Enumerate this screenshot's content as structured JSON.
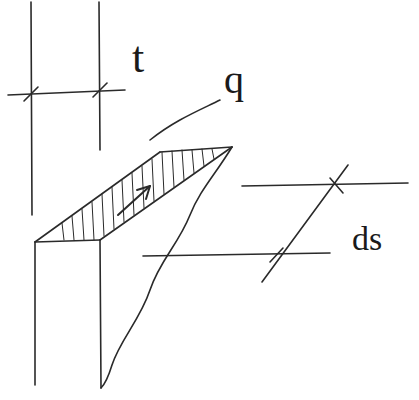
{
  "diagram": {
    "labels": [
      "t",
      "q",
      "ds"
    ]
  }
}
